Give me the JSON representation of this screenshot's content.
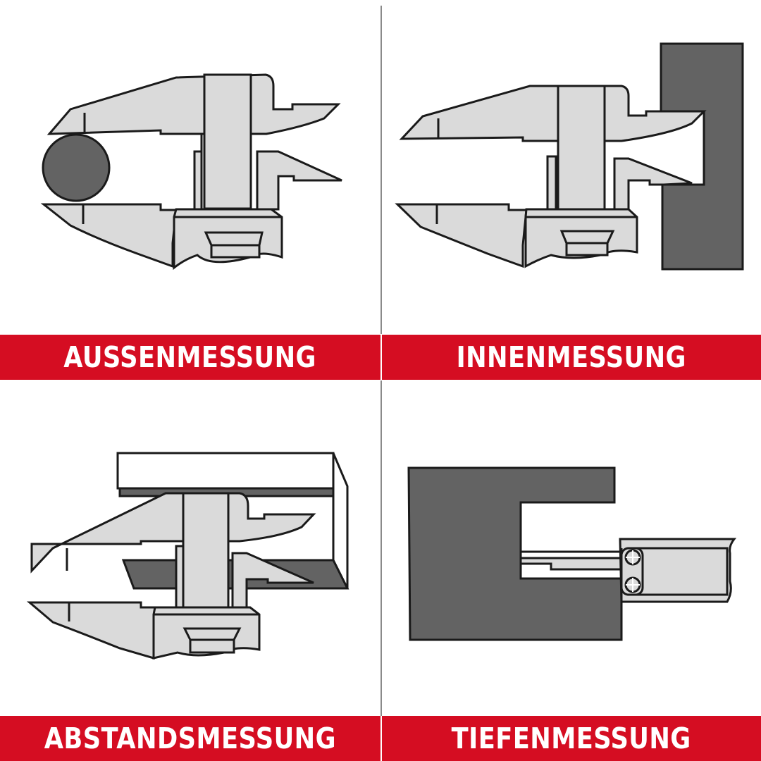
{
  "colors": {
    "banner_background": "#d50d22",
    "banner_text": "#ffffff",
    "caliper_fill": "#dadada",
    "workpiece_fill": "#636363",
    "outline": "#1a1a1a",
    "divider": "#8a8a8a"
  },
  "panels": [
    {
      "id": "outside",
      "label": "AUSSENMESSUNG",
      "illustration": "caliper-outside-jaws-measuring-round-bar"
    },
    {
      "id": "inside",
      "label": "INNENMESSUNG",
      "illustration": "caliper-inside-jaws-measuring-bore"
    },
    {
      "id": "step",
      "label": "ABSTANDSMESSUNG",
      "illustration": "caliper-step-measurement-on-block"
    },
    {
      "id": "depth",
      "label": "TIEFENMESSUNG",
      "illustration": "caliper-depth-rod-in-recess"
    }
  ]
}
